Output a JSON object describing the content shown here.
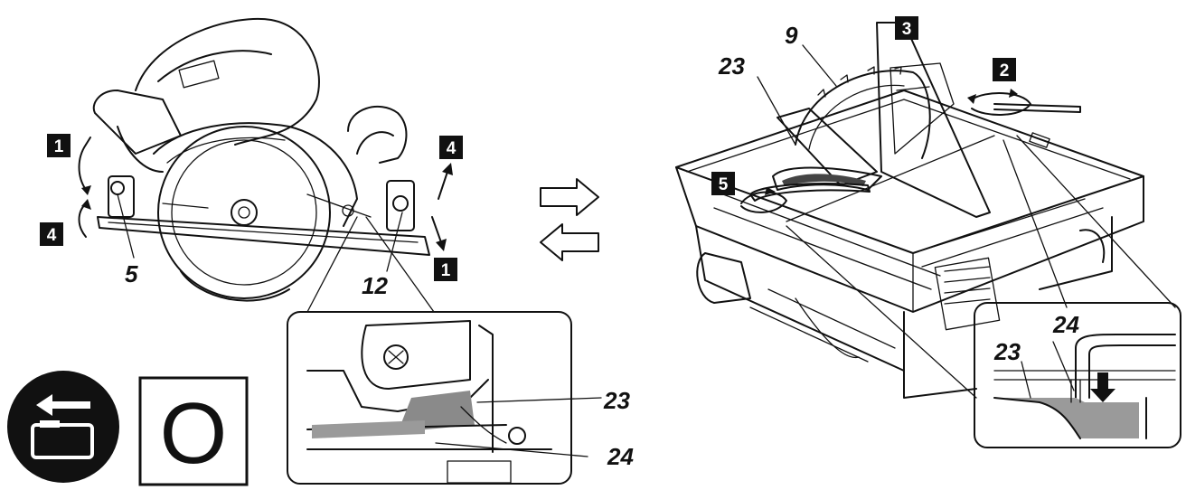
{
  "left_figure": {
    "callouts": {
      "depth_lever": "5",
      "bevel_lock": "12"
    },
    "steps": {
      "step1_left": "1",
      "step4_left": "4",
      "step4_right": "4",
      "step1_right": "1"
    },
    "zoom_callouts": {
      "guide": "23",
      "screw": "24"
    }
  },
  "right_figure": {
    "callouts": {
      "blade": "9",
      "guide": "23"
    },
    "steps": {
      "step3": "3",
      "step2": "2",
      "step5": "5"
    },
    "zoom_callouts": {
      "screw": "24",
      "guide": "23"
    }
  },
  "icons": {
    "battery_icon": "battery-remove-icon",
    "off_symbol": "O"
  },
  "arrows": [
    "arrow-right-icon",
    "arrow-left-icon"
  ]
}
